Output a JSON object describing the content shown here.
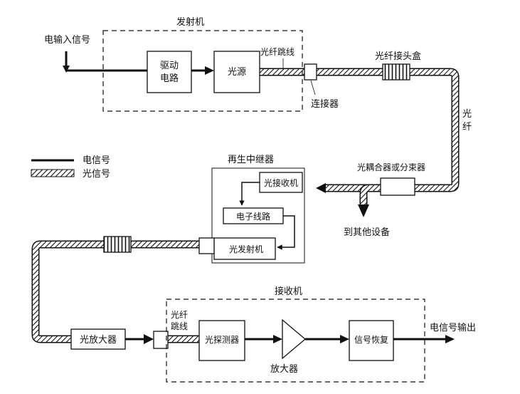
{
  "transmitter": {
    "title": "发射机",
    "driver": [
      "驱动",
      "电路"
    ],
    "light_source": "光源",
    "patch_cord": "光纤跳线",
    "connector": "连接器"
  },
  "input_label": "电输入信号",
  "splice_box": "光纤接头盒",
  "fiber": [
    "光",
    "纤"
  ],
  "legend": {
    "electrical": "电信号",
    "optical": "光信号"
  },
  "repeater": {
    "title": "再生中继器",
    "receiver": "光接收机",
    "electronics": "电子线路",
    "transmitter": "光发射机"
  },
  "coupler": "光耦合器或分束器",
  "other_equipment": "到其他设备",
  "optical_amplifier": "光放大器",
  "receiver": {
    "title": "接收机",
    "patch_cord": [
      "光纤",
      "跳线"
    ],
    "detector": "光探测器",
    "amplifier": "放大器",
    "recovery": "信号恢复"
  },
  "output_label": "电信号输出",
  "colors": {
    "line": "#111111",
    "hatch": "#111111",
    "box_fill": "#ffffff"
  }
}
